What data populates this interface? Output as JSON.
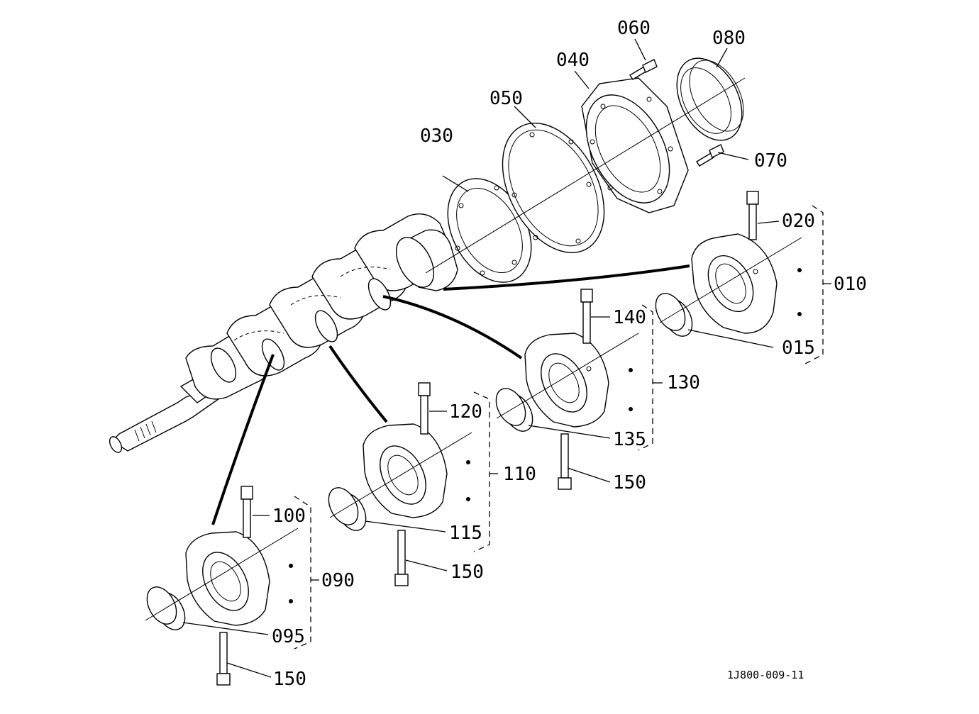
{
  "labels": {
    "p010": "010",
    "p015": "015",
    "p020": "020",
    "p030": "030",
    "p040": "040",
    "p050": "050",
    "p060": "060",
    "p070": "070",
    "p080": "080",
    "p090": "090",
    "p095": "095",
    "p100": "100",
    "p110": "110",
    "p115": "115",
    "p120": "120",
    "p130": "130",
    "p135": "135",
    "p140": "140",
    "p150a": "150",
    "p150b": "150",
    "p150c": "150"
  },
  "reference_code": "1J800-009-11"
}
